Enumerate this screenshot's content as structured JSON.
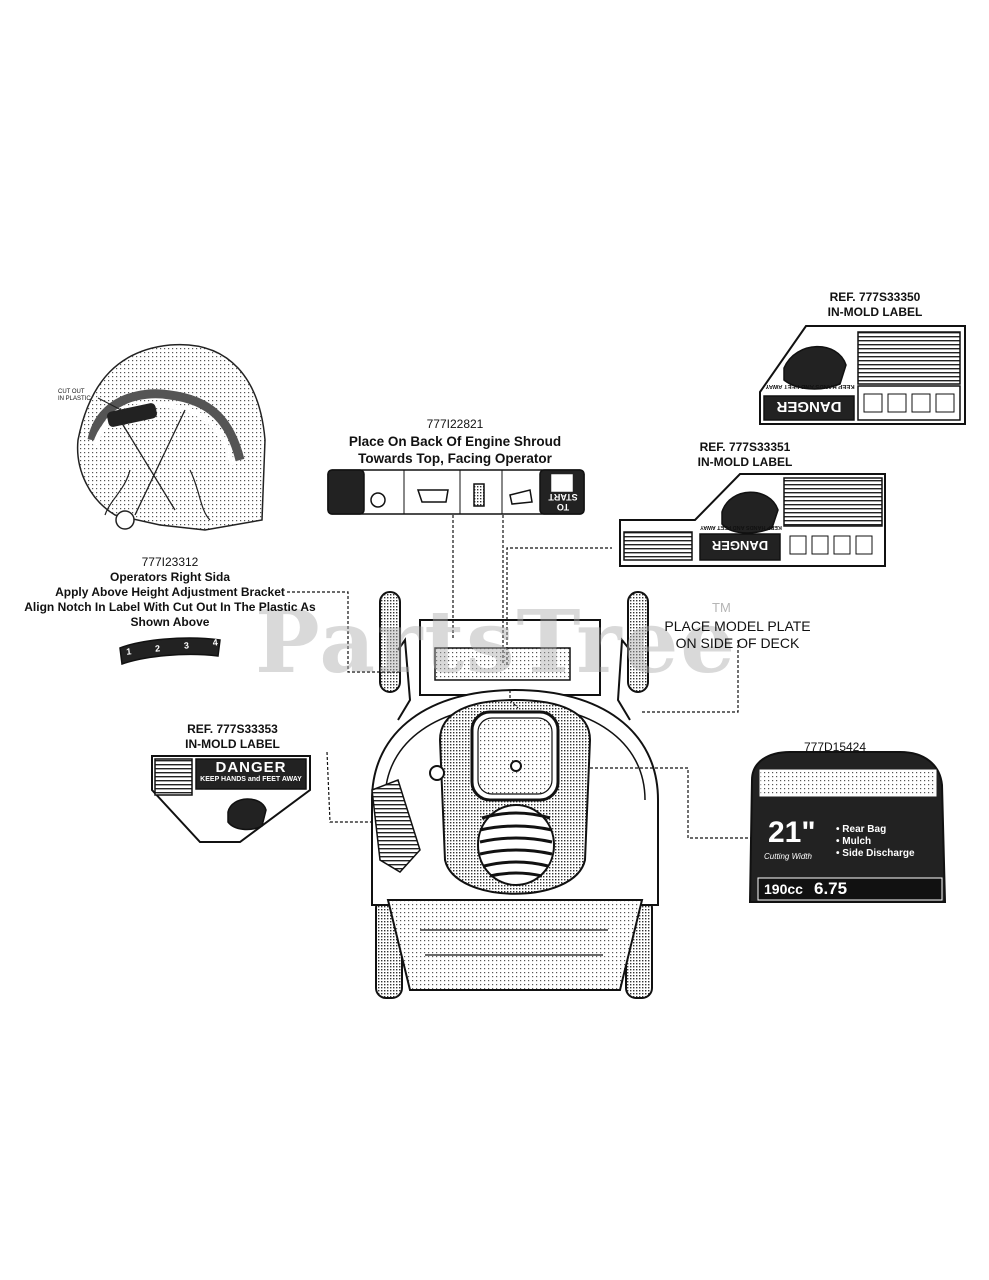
{
  "watermark": {
    "text": "PartsTree",
    "tm": "TM"
  },
  "labels": {
    "shroud": {
      "part": "777I22821",
      "line1": "Place On Back Of Engine Shroud",
      "line2": "Towards Top, Facing Operator",
      "start_text": "TO START"
    },
    "ref350": {
      "ref": "REF. 777S33350",
      "type": "IN-MOLD LABEL",
      "danger": "DANGER",
      "subtitle": "KEEP HANDS AND FEET AWAY"
    },
    "ref351": {
      "ref": "REF. 777S33351",
      "type": "IN-MOLD LABEL",
      "danger": "DANGER",
      "subtitle": "KEEP HANDS AND FEET AWAY"
    },
    "ref353": {
      "ref": "REF. 777S33353",
      "type": "IN-MOLD LABEL",
      "danger": "DANGER",
      "subtitle": "KEEP HANDS and FEET AWAY"
    },
    "height": {
      "part": "777I23312",
      "line1": "Operators Right Sida",
      "line2": "Apply Above Height Adjustment Bracket",
      "line3": "Align Notch In Label With Cut Out In The Plastic As",
      "line4": "Shown Above",
      "cutout_line1": "CUT OUT",
      "cutout_line2": "IN PLASTIC",
      "numbers": [
        "1",
        "2",
        "3",
        "4"
      ]
    },
    "model_plate": {
      "line1": "PLACE MODEL PLATE",
      "line2": "ON SIDE OF DECK"
    },
    "brand": {
      "part": "777D15424",
      "width": "21\"",
      "width_caption": "Cutting Width",
      "features": [
        "Rear Bag",
        "Mulch",
        "Side Discharge"
      ],
      "cc": "190cc",
      "torque": "6.75"
    }
  }
}
